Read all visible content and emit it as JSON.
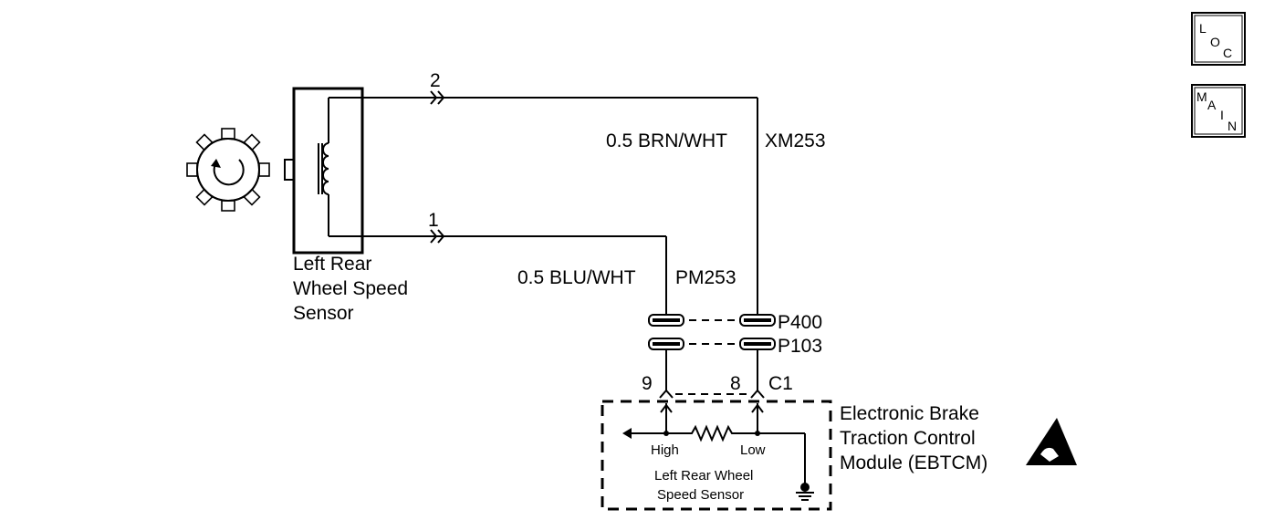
{
  "sensor": {
    "label_lines": [
      "Left Rear",
      "Wheel Speed",
      "Sensor"
    ]
  },
  "wires": {
    "pin_top": "2",
    "pin_bottom": "1",
    "top_wire_color": "0.5 BRN/WHT",
    "top_wire_circuit": "XM253",
    "bottom_wire_color": "0.5 BLU/WHT",
    "bottom_wire_circuit": "PM253"
  },
  "connectors": {
    "inline_1": "P400",
    "inline_2": "P103",
    "module_pin_high": "9",
    "module_pin_low": "8",
    "module_connector": "C1"
  },
  "module": {
    "label_lines": [
      "Electronic Brake",
      "Traction Control",
      "Module (EBTCM)"
    ],
    "high_label": "High",
    "low_label": "Low",
    "inner_label_lines": [
      "Left Rear Wheel",
      "Speed Sensor"
    ]
  },
  "nav": {
    "loc": {
      "l1": "L",
      "l2": "O",
      "l3": "C"
    },
    "main": {
      "l1": "M",
      "l2": "A",
      "l3": "I",
      "l4": "N"
    }
  }
}
